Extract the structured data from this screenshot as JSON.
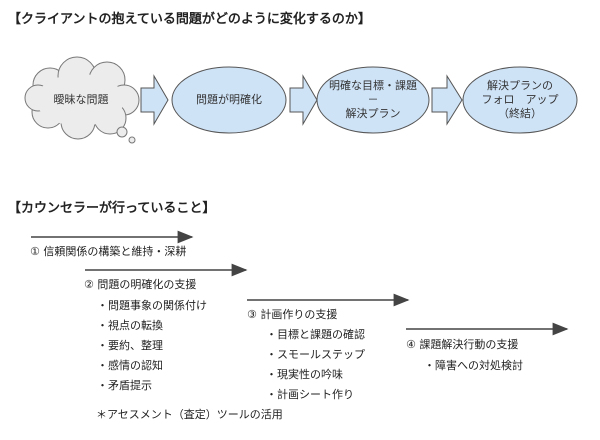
{
  "section1": {
    "title": "【クライアントの抱えている問題がどのように変化するのか】",
    "nodes": [
      {
        "id": "cloud",
        "label": "曖昧な問題"
      },
      {
        "id": "clarified",
        "label": "問題が明確化"
      },
      {
        "id": "goals",
        "lines": [
          "明確な目標・課題",
          "－",
          "解決プラン"
        ]
      },
      {
        "id": "followup",
        "lines": [
          "解決プランの",
          "フォロ　アップ",
          "（終結）"
        ]
      }
    ]
  },
  "section2": {
    "title": "【カウンセラーが行っていること】",
    "steps": [
      {
        "label": "① 信頼関係の構築と維持・深耕",
        "items": []
      },
      {
        "label": "② 問題の明確化の支援",
        "items": [
          "・問題事象の関係付け",
          "・視点の転換",
          "・要約、整理",
          "・感情の認知",
          "・矛盾提示"
        ]
      },
      {
        "label": "③ 計画作りの支援",
        "items": [
          "・目標と課題の確認",
          "・スモールステップ",
          "・現実性の吟味",
          "・計画シート作り"
        ]
      },
      {
        "label": "④ 課題解決行動の支援",
        "items": [
          "・障害への対処検討"
        ]
      }
    ],
    "note": "＊アセスメント（査定）ツールの活用"
  },
  "colors": {
    "ellipse_fill": "#cfe3f7",
    "ellipse_stroke": "#555555",
    "cloud_fill": "#ececec",
    "arrow_fill": "#cfe3f7",
    "line": "#444444"
  }
}
